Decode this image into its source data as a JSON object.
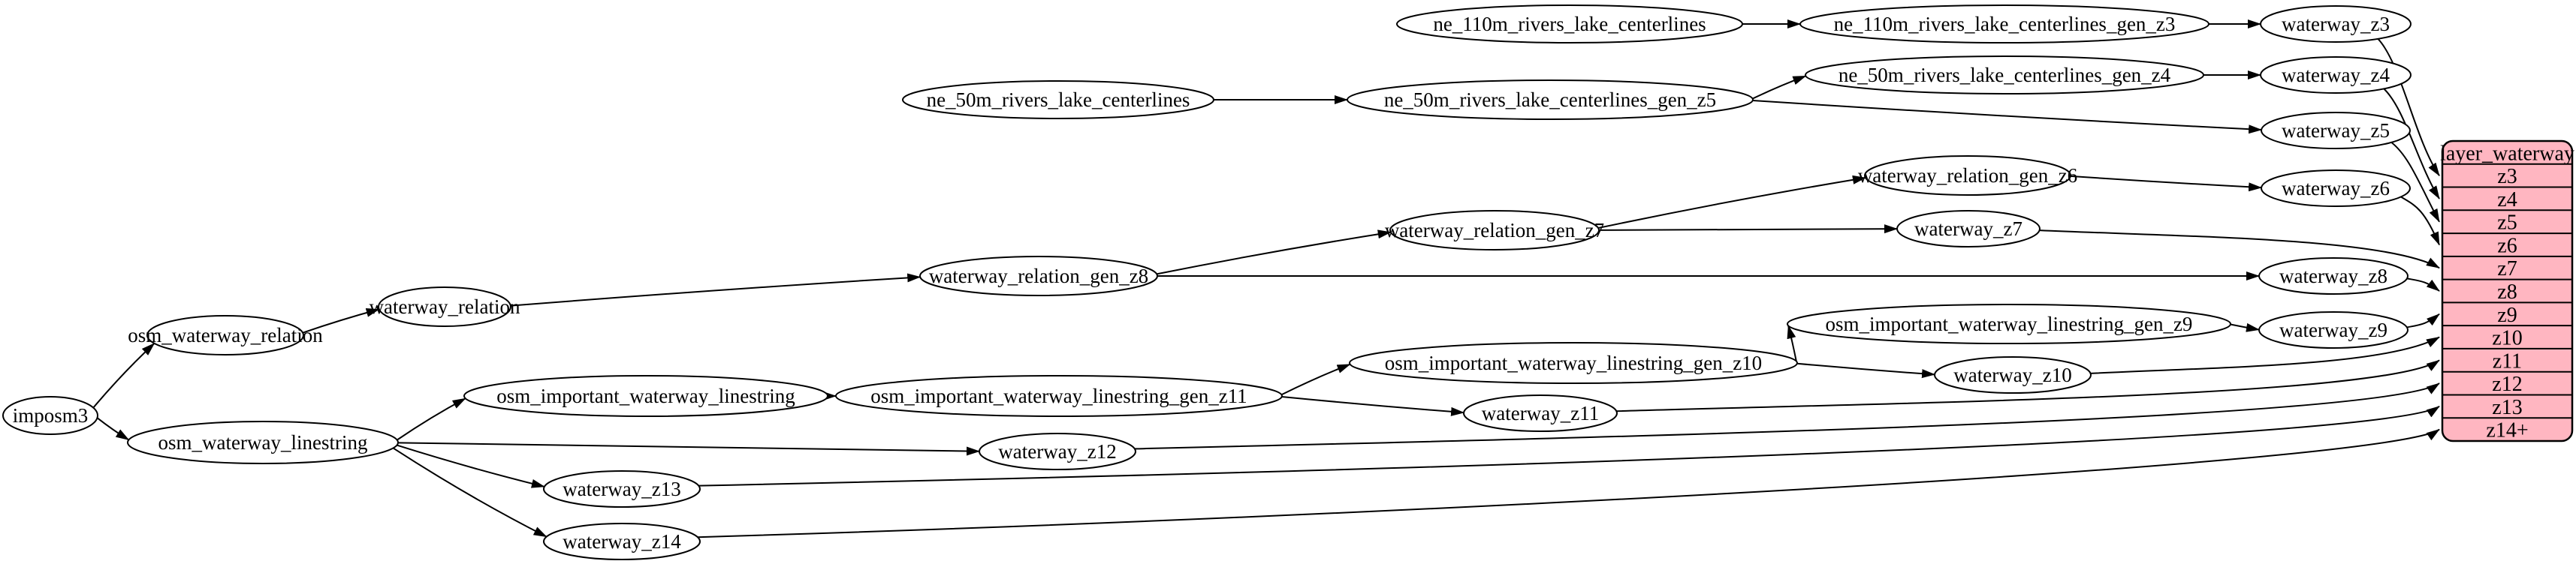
{
  "diagram": {
    "colors": {
      "background": "#ffffff",
      "node_fill": "#ffffff",
      "node_stroke": "#000000",
      "edge": "#000000",
      "table_fill": "#ffb6c1",
      "table_stroke": "#000000",
      "text": "#000000"
    },
    "nodes": [
      {
        "id": "imposm3",
        "label": "imposm3"
      },
      {
        "id": "osm_waterway_relation",
        "label": "osm_waterway_relation"
      },
      {
        "id": "osm_waterway_linestring",
        "label": "osm_waterway_linestring"
      },
      {
        "id": "waterway_relation",
        "label": "waterway_relation"
      },
      {
        "id": "waterway_relation_gen_z8",
        "label": "waterway_relation_gen_z8"
      },
      {
        "id": "waterway_relation_gen_z7",
        "label": "waterway_relation_gen_z7"
      },
      {
        "id": "waterway_relation_gen_z6",
        "label": "waterway_relation_gen_z6"
      },
      {
        "id": "osm_important_waterway_linestring",
        "label": "osm_important_waterway_linestring"
      },
      {
        "id": "osm_important_waterway_linestring_gen_z11",
        "label": "osm_important_waterway_linestring_gen_z11"
      },
      {
        "id": "osm_important_waterway_linestring_gen_z10",
        "label": "osm_important_waterway_linestring_gen_z10"
      },
      {
        "id": "osm_important_waterway_linestring_gen_z9",
        "label": "osm_important_waterway_linestring_gen_z9"
      },
      {
        "id": "ne_110m_rivers_lake_centerlines",
        "label": "ne_110m_rivers_lake_centerlines"
      },
      {
        "id": "ne_110m_rivers_lake_centerlines_gen_z3",
        "label": "ne_110m_rivers_lake_centerlines_gen_z3"
      },
      {
        "id": "ne_50m_rivers_lake_centerlines",
        "label": "ne_50m_rivers_lake_centerlines"
      },
      {
        "id": "ne_50m_rivers_lake_centerlines_gen_z5",
        "label": "ne_50m_rivers_lake_centerlines_gen_z5"
      },
      {
        "id": "ne_50m_rivers_lake_centerlines_gen_z4",
        "label": "ne_50m_rivers_lake_centerlines_gen_z4"
      },
      {
        "id": "waterway_z3",
        "label": "waterway_z3"
      },
      {
        "id": "waterway_z4",
        "label": "waterway_z4"
      },
      {
        "id": "waterway_z5",
        "label": "waterway_z5"
      },
      {
        "id": "waterway_z6",
        "label": "waterway_z6"
      },
      {
        "id": "waterway_z7",
        "label": "waterway_z7"
      },
      {
        "id": "waterway_z8",
        "label": "waterway_z8"
      },
      {
        "id": "waterway_z9",
        "label": "waterway_z9"
      },
      {
        "id": "waterway_z10",
        "label": "waterway_z10"
      },
      {
        "id": "waterway_z11",
        "label": "waterway_z11"
      },
      {
        "id": "waterway_z12",
        "label": "waterway_z12"
      },
      {
        "id": "waterway_z13",
        "label": "waterway_z13"
      },
      {
        "id": "waterway_z14",
        "label": "waterway_z14"
      }
    ],
    "edges": [
      [
        "imposm3",
        "osm_waterway_relation"
      ],
      [
        "imposm3",
        "osm_waterway_linestring"
      ],
      [
        "osm_waterway_relation",
        "waterway_relation"
      ],
      [
        "waterway_relation",
        "waterway_relation_gen_z8"
      ],
      [
        "waterway_relation_gen_z8",
        "waterway_relation_gen_z7"
      ],
      [
        "waterway_relation_gen_z8",
        "waterway_z8"
      ],
      [
        "waterway_relation_gen_z7",
        "waterway_relation_gen_z6"
      ],
      [
        "waterway_relation_gen_z7",
        "waterway_z7"
      ],
      [
        "waterway_relation_gen_z6",
        "waterway_z6"
      ],
      [
        "osm_waterway_linestring",
        "osm_important_waterway_linestring"
      ],
      [
        "osm_waterway_linestring",
        "waterway_z12"
      ],
      [
        "osm_waterway_linestring",
        "waterway_z13"
      ],
      [
        "osm_waterway_linestring",
        "waterway_z14"
      ],
      [
        "osm_important_waterway_linestring",
        "osm_important_waterway_linestring_gen_z11"
      ],
      [
        "osm_important_waterway_linestring_gen_z11",
        "osm_important_waterway_linestring_gen_z10"
      ],
      [
        "osm_important_waterway_linestring_gen_z11",
        "waterway_z11"
      ],
      [
        "osm_important_waterway_linestring_gen_z10",
        "osm_important_waterway_linestring_gen_z9"
      ],
      [
        "osm_important_waterway_linestring_gen_z10",
        "waterway_z10"
      ],
      [
        "osm_important_waterway_linestring_gen_z9",
        "waterway_z9"
      ],
      [
        "ne_110m_rivers_lake_centerlines",
        "ne_110m_rivers_lake_centerlines_gen_z3"
      ],
      [
        "ne_110m_rivers_lake_centerlines_gen_z3",
        "waterway_z3"
      ],
      [
        "ne_50m_rivers_lake_centerlines",
        "ne_50m_rivers_lake_centerlines_gen_z5"
      ],
      [
        "ne_50m_rivers_lake_centerlines_gen_z5",
        "ne_50m_rivers_lake_centerlines_gen_z4"
      ],
      [
        "ne_50m_rivers_lake_centerlines_gen_z5",
        "waterway_z5"
      ],
      [
        "ne_50m_rivers_lake_centerlines_gen_z4",
        "waterway_z4"
      ],
      [
        "waterway_z3",
        "row:z3"
      ],
      [
        "waterway_z4",
        "row:z4"
      ],
      [
        "waterway_z5",
        "row:z5"
      ],
      [
        "waterway_z6",
        "row:z6"
      ],
      [
        "waterway_z7",
        "row:z7"
      ],
      [
        "waterway_z8",
        "row:z8"
      ],
      [
        "waterway_z9",
        "row:z9"
      ],
      [
        "waterway_z10",
        "row:z10"
      ],
      [
        "waterway_z11",
        "row:z11"
      ],
      [
        "waterway_z12",
        "row:z12"
      ],
      [
        "waterway_z13",
        "row:z13"
      ],
      [
        "waterway_z14",
        "row:z14+"
      ]
    ],
    "table": {
      "title": "layer_waterway",
      "rows": [
        "z3",
        "z4",
        "z5",
        "z6",
        "z7",
        "z8",
        "z9",
        "z10",
        "z11",
        "z12",
        "z13",
        "z14+"
      ]
    }
  }
}
